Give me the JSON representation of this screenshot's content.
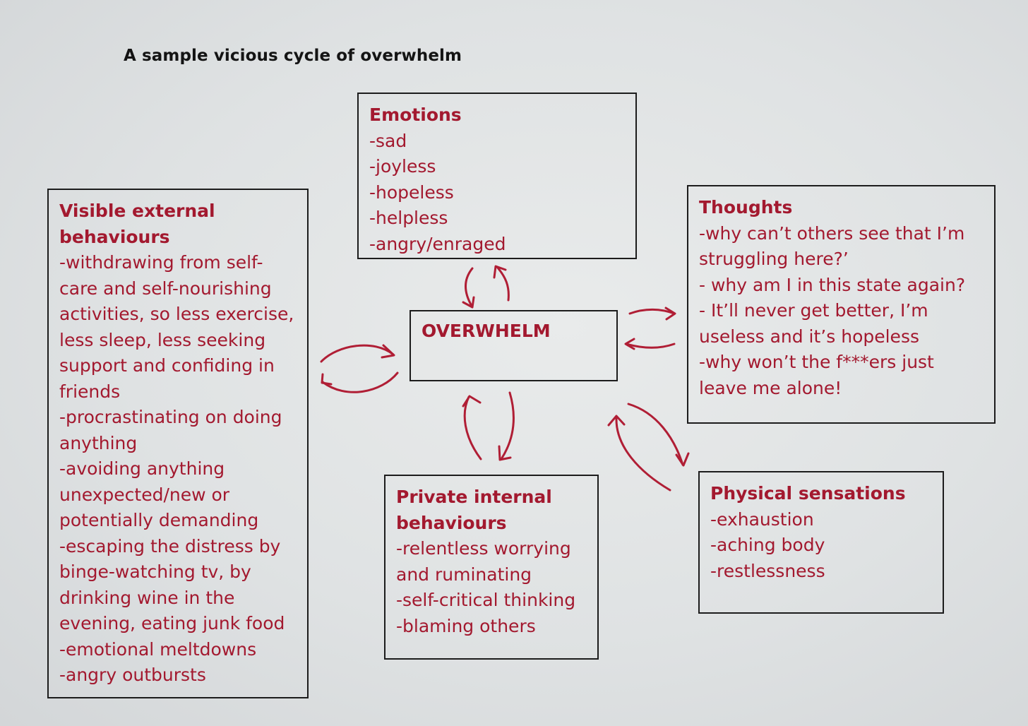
{
  "title": "A sample vicious cycle of overwhelm",
  "boxes": {
    "emotions": {
      "heading": "Emotions",
      "items": [
        "-sad",
        "-joyless",
        "-hopeless",
        "-helpless",
        "-angry/enraged"
      ]
    },
    "visible": {
      "heading": "Visible external behaviours",
      "items": [
        "-withdrawing from self-care and self-nourishing activities, so less exercise, less sleep, less seeking support and confiding in friends",
        "-procrastinating on doing anything",
        "-avoiding anything unexpected/new or potentially demanding",
        "-escaping the distress by binge-watching tv, by drinking wine in the evening, eating junk food",
        "-emotional meltdowns",
        "-angry outbursts"
      ]
    },
    "thoughts": {
      "heading": "Thoughts",
      "items": [
        "-why can’t others see that I’m struggling here?’",
        "- why am I in this state again?",
        "- It’ll never get better, I’m useless and it’s hopeless",
        "-why won’t the f***ers just leave me alone!"
      ]
    },
    "overwhelm": {
      "heading": "OVERWHELM"
    },
    "private": {
      "heading": "Private internal behaviours",
      "items": [
        "-relentless worrying and ruminating",
        "-self-critical thinking",
        "-blaming others"
      ]
    },
    "physical": {
      "heading": "Physical sensations",
      "items": [
        "-exhaustion",
        "-aching body",
        "-restlessness"
      ]
    }
  }
}
